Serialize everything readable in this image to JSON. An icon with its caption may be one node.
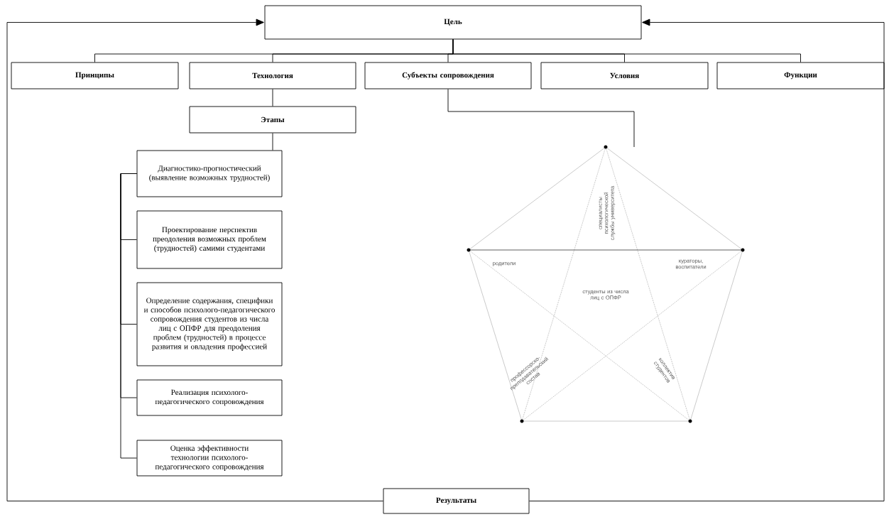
{
  "diagram": {
    "nodes": [
      {
        "text": [
          "Цель"
        ]
      },
      {
        "text": [
          "Принципы"
        ]
      },
      {
        "text": [
          "Технология"
        ]
      },
      {
        "text": [
          "Субъекты сопровождения"
        ]
      },
      {
        "text": [
          "Условия"
        ]
      },
      {
        "text": [
          "Функции"
        ]
      },
      {
        "text": [
          "Этапы"
        ]
      },
      {
        "text": [
          "Диагностико-прогностический (выявление возможных трудностей)"
        ]
      },
      {
        "text": [
          "Проектирование перспектив преодоления возможных проблем (трудностей) самими студентами"
        ]
      },
      {
        "text": [
          "Определение содержания, специфики и способов психолого-педагогического сопровождения студентов из числа лиц с ОПФР для преодоления проблем (трудностей) в процессе развития и овладения профессией"
        ]
      },
      {
        "text": [
          "Реализация психолого-педагогического сопровождения"
        ]
      },
      {
        "text": [
          "Оценка эффективности технологии психолого-педагогического сопровождения"
        ]
      },
      {
        "text": [],
        "shape": "picture"
      },
      {
        "text": [
          "Результаты"
        ]
      }
    ],
    "edges": [
      {
        "from": 0,
        "to": 1,
        "arrow": "none"
      },
      {
        "from": 0,
        "to": 2,
        "arrow": "none"
      },
      {
        "from": 0,
        "to": 3,
        "arrow": "none"
      },
      {
        "from": 0,
        "to": 4,
        "arrow": "none"
      },
      {
        "from": 0,
        "to": 5,
        "arrow": "none"
      },
      {
        "from": 2,
        "to": 6,
        "arrow": "none"
      },
      {
        "from": 6,
        "to": 7,
        "arrow": "none"
      },
      {
        "from": 7,
        "to": 8,
        "arrow": "none"
      },
      {
        "from": 7,
        "to": 9,
        "arrow": "none"
      },
      {
        "from": 7,
        "to": 10,
        "arrow": "none"
      },
      {
        "from": 7,
        "to": 11,
        "arrow": "none"
      },
      {
        "from": 3,
        "to": 12,
        "arrow": "none"
      },
      {
        "from": 13,
        "to": 0,
        "arrow": "to"
      },
      {
        "from": 13,
        "to": 0,
        "arrow": "to"
      }
    ],
    "labels": [
      "специалисты психологической службы университета",
      "родители",
      "кураторы, воспитатели",
      "студенты из числа лиц с ОПФР",
      "профессорско-преподавательский состав",
      "коллектив студентов"
    ]
  }
}
